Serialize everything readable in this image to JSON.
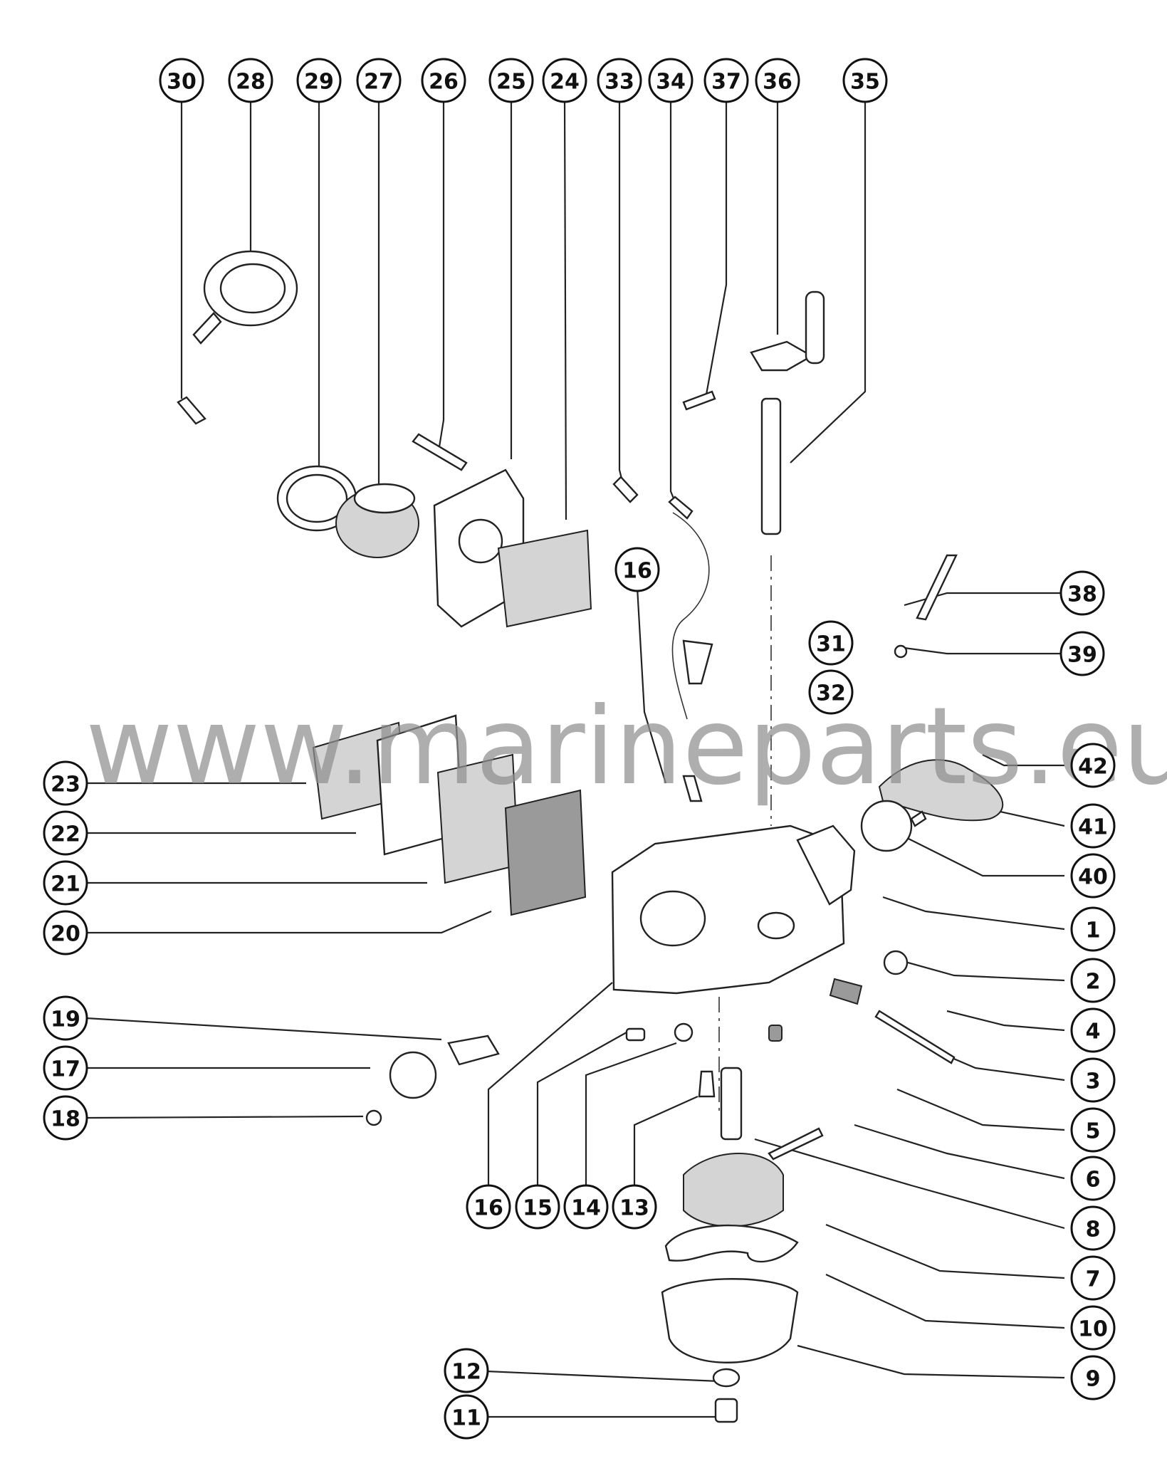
{
  "watermark": "www.marineparts.eu",
  "callouts": [
    "30",
    "28",
    "29",
    "27",
    "26",
    "25",
    "24",
    "33",
    "34",
    "37",
    "36",
    "35",
    "16",
    "38",
    "31",
    "39",
    "32",
    "42",
    "23",
    "41",
    "22",
    "40",
    "21",
    "20",
    "1",
    "2",
    "19",
    "4",
    "17",
    "3",
    "18",
    "5",
    "6",
    "16",
    "15",
    "14",
    "13",
    "8",
    "7",
    "10",
    "9",
    "12",
    "11"
  ]
}
